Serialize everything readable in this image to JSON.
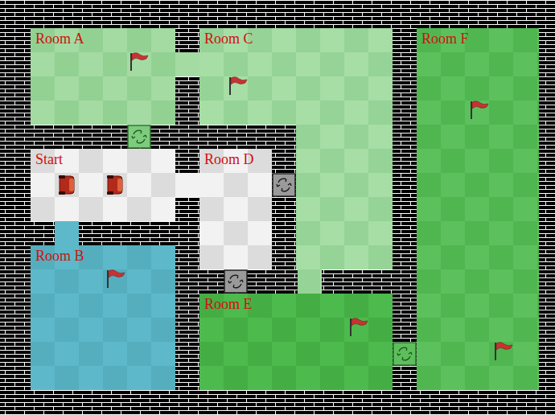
{
  "diagram": {
    "nodes": [
      {
        "text": [
          "Room A"
        ]
      },
      {
        "text": [
          "Room C"
        ]
      },
      {
        "text": [
          "Room F"
        ]
      },
      {
        "text": [
          "Start"
        ]
      },
      {
        "text": [
          "Room D"
        ]
      },
      {
        "text": [
          "Room B"
        ]
      },
      {
        "text": [
          "Room E"
        ]
      }
    ]
  }
}
